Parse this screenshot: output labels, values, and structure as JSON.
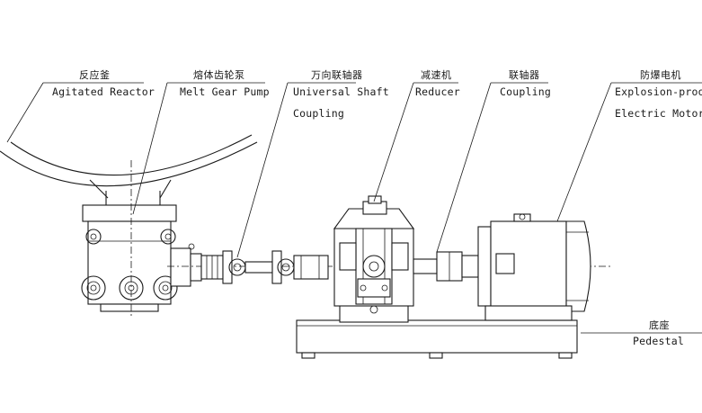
{
  "labels": {
    "reactor": {
      "zh": "反应釜",
      "en": "Agitated Reactor"
    },
    "melt_pump": {
      "zh": "熔体齿轮泵",
      "en": "Melt Gear Pump"
    },
    "universal_coupling": {
      "zh": "万向联轴器",
      "en_line1": "Universal Shaft",
      "en_line2": "Coupling"
    },
    "reducer": {
      "zh": "减速机",
      "en": "Reducer"
    },
    "coupling": {
      "zh": "联轴器",
      "en": "Coupling"
    },
    "motor": {
      "zh": "防爆电机",
      "en_line1": "Explosion-proof",
      "en_line2": "Electric Motor"
    },
    "pedestal": {
      "zh": "底座",
      "en": "Pedestal"
    }
  },
  "colors": {
    "ink": "#1a1a1a",
    "background": "#ffffff"
  }
}
